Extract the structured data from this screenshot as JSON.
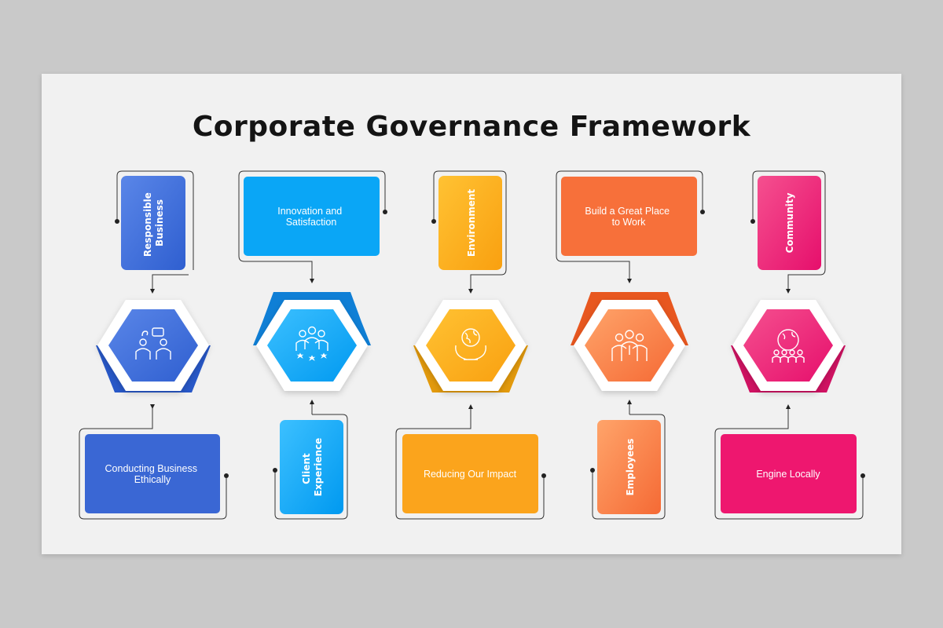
{
  "title": "Corporate Governance Framework",
  "columns": [
    {
      "id": "responsible",
      "color": "#3f6fd6",
      "top_label_lines": [
        "Responsible",
        "Business"
      ],
      "bottom_label_lines": [
        "Conducting Business",
        "Ethically"
      ],
      "icon": "business-people-icon"
    },
    {
      "id": "innovation",
      "color": "#0aa3f5",
      "top_label_lines": [
        "Innovation and",
        "Satisfaction"
      ],
      "bottom_label_lines": [
        "Client",
        "Experience"
      ],
      "icon": "team-stars-icon"
    },
    {
      "id": "environment",
      "color": "#fba41c",
      "top_label_lines": [
        "Environment"
      ],
      "bottom_label_lines": [
        "Reducing Our Impact"
      ],
      "icon": "globe-in-hands-icon"
    },
    {
      "id": "workplace",
      "color": "#f7703a",
      "top_label_lines": [
        "Build a Great Place",
        "to Work"
      ],
      "bottom_label_lines": [
        "Employees"
      ],
      "icon": "employees-group-icon"
    },
    {
      "id": "community",
      "color": "#ea1e74",
      "top_label_lines": [
        "Community"
      ],
      "bottom_label_lines": [
        "Engine Locally"
      ],
      "icon": "globe-community-icon"
    }
  ]
}
